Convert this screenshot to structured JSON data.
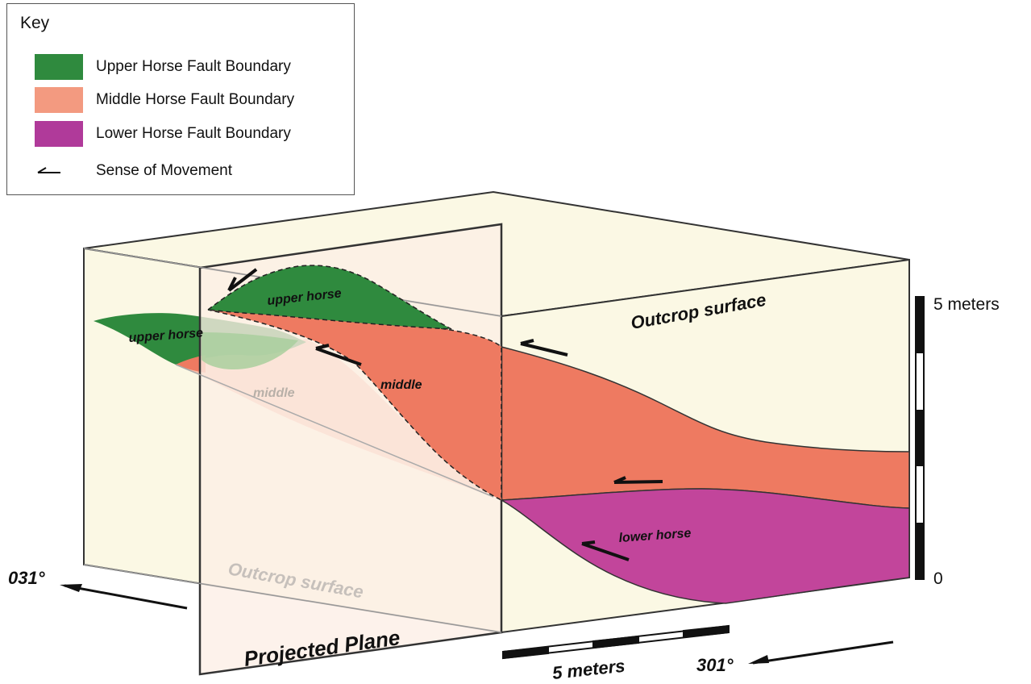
{
  "key": {
    "title": "Key",
    "items": [
      {
        "label": "Upper Horse Fault Boundary",
        "color": "#2f8a3e"
      },
      {
        "label": "Middle Horse Fault Boundary",
        "color": "#f39a80"
      },
      {
        "label": "Lower Horse Fault Boundary",
        "color": "#b03a9a"
      },
      {
        "label": "Sense of Movement",
        "icon": "half-arrow-icon"
      }
    ]
  },
  "colors": {
    "block_face": "#fbf8e4",
    "plane_fill": "#fdeee6",
    "upper": "#2f8a3e",
    "upper_faded": "#a9cf9e",
    "middle": "#ee7a61",
    "middle_dark": "#ec8a6a",
    "middle_faded": "#f7bda8",
    "lower": "#c2459b"
  },
  "labels": {
    "upper_horse_front": "upper horse",
    "upper_horse_side": "upper horse",
    "middle_front": "middle",
    "middle_side": "middle",
    "lower_horse": "lower horse",
    "outcrop_top": "Outcrop surface",
    "outcrop_bottom": "Outcrop surface",
    "projected_plane": "Projected Plane",
    "bearing_left": "031°",
    "bearing_right": "301°",
    "scale_vertical_top": "5 meters",
    "scale_vertical_bottom": "0",
    "scale_horizontal": "5 meters"
  }
}
